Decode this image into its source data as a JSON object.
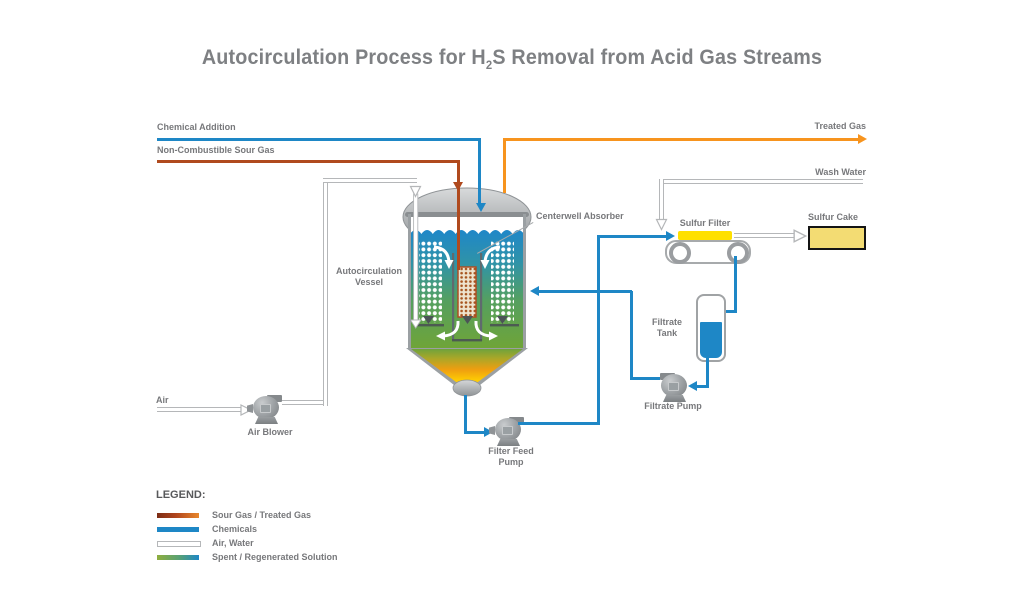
{
  "title": {
    "pre": "Autocirculation Process for H",
    "sub": "2",
    "post": "S Removal from Acid Gas Streams"
  },
  "streams": {
    "chemical_addition": "Chemical Addition",
    "sour_gas": "Non-Combustible Sour Gas",
    "treated_gas": "Treated Gas",
    "wash_water": "Wash Water",
    "air": "Air"
  },
  "equipment": {
    "vessel": "Autocirculation Vessel",
    "centerwell": "Centerwell Absorber",
    "air_blower": "Air Blower",
    "filter_feed_pump": "Filter Feed Pump",
    "sulfur_filter": "Sulfur Filter",
    "sulfur_cake": "Sulfur Cake",
    "filtrate_tank": "Filtrate Tank",
    "filtrate_pump": "Filtrate Pump"
  },
  "legend": {
    "title": "LEGEND:",
    "items": [
      {
        "label": "Sour Gas / Treated Gas",
        "swatch": "gradient-rust-to-orange"
      },
      {
        "label": "Chemicals",
        "swatch": "blue"
      },
      {
        "label": "Air, Water",
        "swatch": "white-outline"
      },
      {
        "label": "Spent / Regenerated Solution",
        "swatch": "gradient-green-to-blue"
      }
    ]
  },
  "colors": {
    "blue": "#1e87c6",
    "orange": "#f7941e",
    "rust": "#b04a1e",
    "rust_dark": "#7c2c15",
    "line_gray": "#b5b7b9",
    "text_gray": "#77787b",
    "vessel_gray": "#9ba0a3",
    "sulfur_yellow": "#ffe000",
    "cake_yellow": "#f3dc73",
    "green": "#6fa438",
    "pump_gray": "#909497"
  }
}
